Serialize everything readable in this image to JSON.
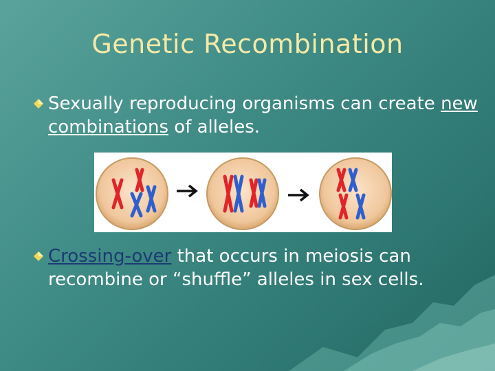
{
  "title": "Genetic Recombination",
  "bullets": [
    {
      "pre": "Sexually reproducing organisms can create ",
      "underlined": "new combinations",
      "post": " of alleles."
    },
    {
      "underlined": "Crossing-over",
      "post": " that occurs in meiosis can recombine or “shuffle” alleles in sex cells."
    }
  ],
  "colors": {
    "title": "#f4e9a6",
    "text": "#ffffff",
    "bullet_marker": "#f0d95a",
    "crossing_over": "#1c3a73",
    "chromosome_red": "#e0242a",
    "chromosome_blue": "#2f5fcf"
  },
  "figure": {
    "cells": 3,
    "arrows": [
      "arrow-icon",
      "arrow-icon"
    ]
  }
}
